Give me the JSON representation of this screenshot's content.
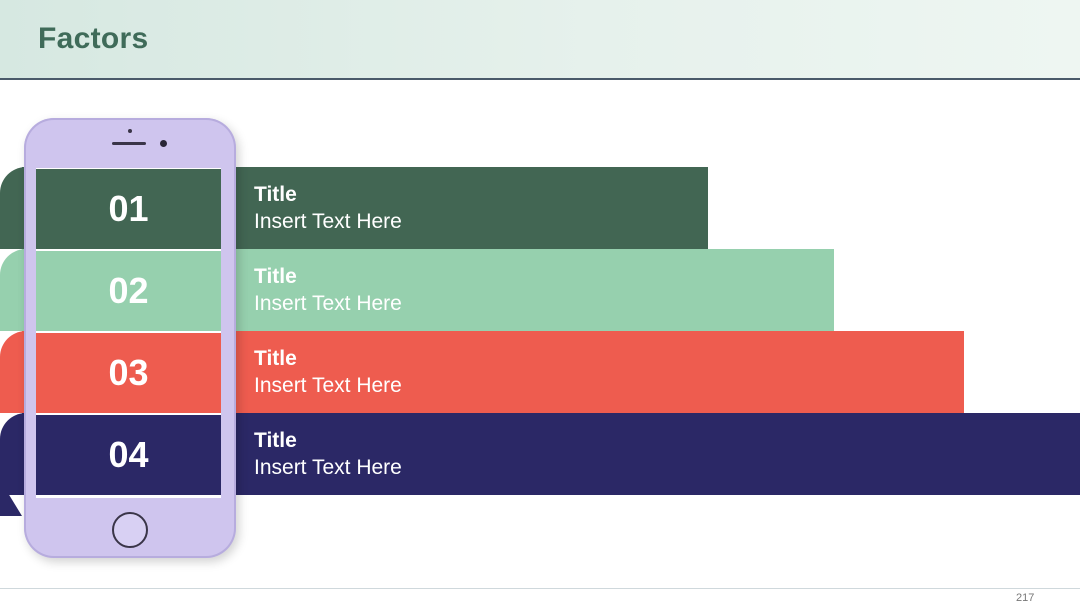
{
  "header": {
    "title": "Factors"
  },
  "items": [
    {
      "number": "01",
      "title": "Title",
      "text": "Insert Text Here",
      "color": "#426653"
    },
    {
      "number": "02",
      "title": "Title",
      "text": "Insert Text Here",
      "color": "#96d0ae"
    },
    {
      "number": "03",
      "title": "Title",
      "text": "Insert Text Here",
      "color": "#ee5c4f"
    },
    {
      "number": "04",
      "title": "Title",
      "text": "Insert Text Here",
      "color": "#2b2866"
    }
  ],
  "phone": {
    "color": "#cfc5ee"
  },
  "footer": {
    "page_number": "217"
  }
}
